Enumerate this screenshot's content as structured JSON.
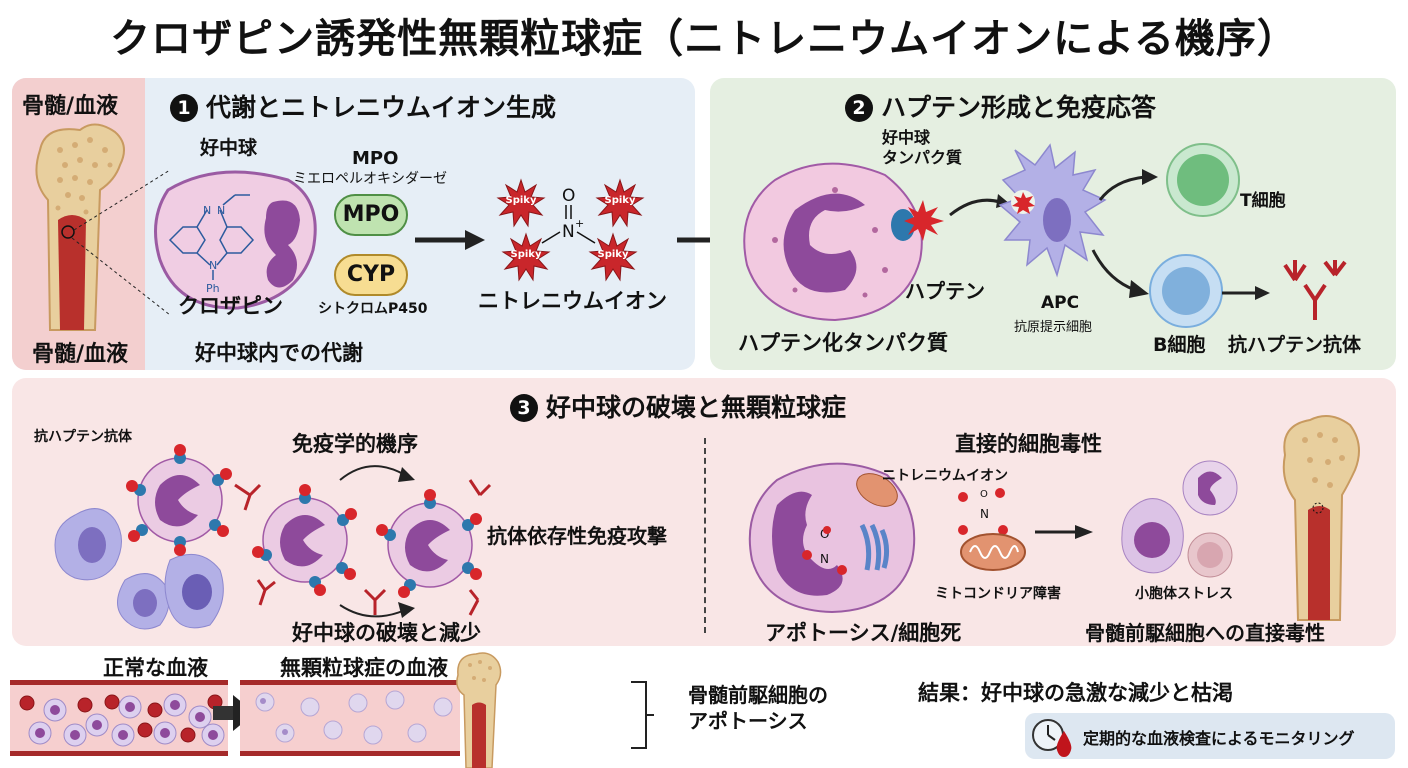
{
  "title": "クロザピン誘発性無顆粒球症（ニトレニウムイオンによる機序）",
  "section1": {
    "number": "1",
    "title": "代謝とニトレニウムイオン生成",
    "side_label_top": "骨髄/血液",
    "side_label_bottom": "骨髄/血液",
    "neutrophil_label": "好中球",
    "drug_label": "クロザピン",
    "drug_structure_atoms": [
      "N",
      "N",
      "N",
      "Ph"
    ],
    "mpo_heading": "MPO",
    "mpo_full": "ミエロペルオキシダーゼ",
    "mpo_pill": "MPO",
    "cyp_pill": "CYP",
    "cyp_full": "シトクロムP450",
    "metabolism_caption": "好中球内での代謝",
    "spiky_label": "Spiky",
    "nitrenium_atoms": [
      "O",
      "N+"
    ],
    "nitrenium_label": "ニトレニウムイオン"
  },
  "section2": {
    "number": "2",
    "title": "ハプテン形成と免疫応答",
    "protein_label": "好中球\nタンパク質",
    "protein_line1": "好中球",
    "protein_line2": "タンパク質",
    "hapten_label": "ハプテン",
    "haptenized_label": "ハプテン化タンパク質",
    "apc_label": "APC",
    "apc_full": "抗原提示細胞",
    "t_cell_label": "T細胞",
    "b_cell_label": "B細胞",
    "antibody_label": "抗ハプテン抗体"
  },
  "section3": {
    "number": "3",
    "title": "好中球の破壊と無顆粒球症",
    "immune": {
      "heading": "免疫学的機序",
      "antibody_label": "抗ハプテン抗体",
      "attack_label": "抗体依存性免疫攻撃",
      "result_label": "好中球の破壊と減少"
    },
    "direct": {
      "heading": "直接的細胞毒性",
      "nitrenium_label": "ニトレニウムイオン",
      "mito_label": "ミトコンドリア障害",
      "er_label": "小胞体ストレス",
      "apoptosis_label": "アポトーシス/細胞死",
      "marrow_label": "骨髄前駆細胞への直接毒性"
    }
  },
  "bottom": {
    "normal_blood": "正常な血液",
    "agranulocytosis_blood": "無顆粒球症の血液",
    "apoptosis_label_line1": "骨髄前駆細胞の",
    "apoptosis_label_line2": "アポトーシス",
    "result": "結果：好中球の急激な減少と枯渇",
    "monitoring": "定期的な血液検査によるモニタリング"
  },
  "colors": {
    "panel1_bg": "#e6eef6",
    "panel1_side": "#f3cfcf",
    "panel2_bg": "#e5efe1",
    "panel3_bg": "#f9e6e6",
    "neutrophil": "#f0c8e0",
    "nucleus": "#8e4a9b",
    "hapten_red": "#d8262b",
    "protein_blue": "#2d78ad",
    "apc": "#b3b0e6",
    "t_cell": "#8fcf9b",
    "b_cell": "#9cc6ea",
    "antibody": "#b8232a",
    "blood_vessel": "#a52a2a",
    "mpo_pill": "#bfe3b0",
    "cyp_pill": "#f7dd92"
  }
}
